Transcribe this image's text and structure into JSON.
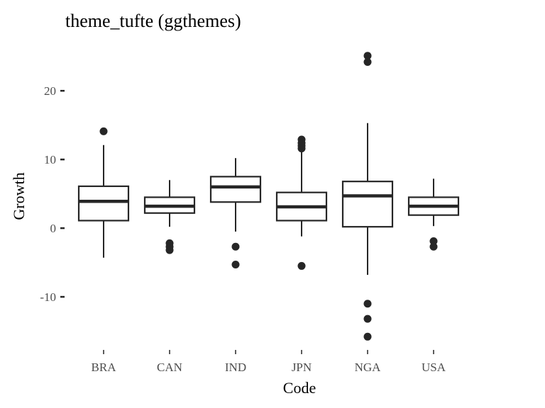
{
  "chart_data": {
    "type": "boxplot",
    "title": "theme_tufte (ggthemes)",
    "xlabel": "Code",
    "ylabel": "Growth",
    "ylim": [
      -16.8,
      26.0
    ],
    "yticks": [
      -10,
      0,
      10,
      20
    ],
    "ytick_labels": [
      "-10",
      "0",
      "10",
      "20"
    ],
    "grid": false,
    "categories": [
      "BRA",
      "CAN",
      "IND",
      "JPN",
      "NGA",
      "USA"
    ],
    "boxes": [
      {
        "category": "BRA",
        "whisker_low": -4.3,
        "q1": 1.1,
        "median": 3.9,
        "q3": 6.1,
        "whisker_high": 12.1,
        "outliers": [
          14.1
        ]
      },
      {
        "category": "CAN",
        "whisker_low": 0.2,
        "q1": 2.2,
        "median": 3.2,
        "q3": 4.5,
        "whisker_high": 7.0,
        "outliers": [
          -2.2,
          -2.7,
          -3.2
        ]
      },
      {
        "category": "IND",
        "whisker_low": -0.5,
        "q1": 3.8,
        "median": 6.0,
        "q3": 7.5,
        "whisker_high": 10.2,
        "outliers": [
          -2.7,
          -5.3
        ]
      },
      {
        "category": "JPN",
        "whisker_low": -1.2,
        "q1": 1.1,
        "median": 3.1,
        "q3": 5.2,
        "whisker_high": 11.3,
        "outliers": [
          11.6,
          12.0,
          12.4,
          12.9,
          -5.5
        ]
      },
      {
        "category": "NGA",
        "whisker_low": -6.8,
        "q1": 0.2,
        "median": 4.7,
        "q3": 6.8,
        "whisker_high": 15.3,
        "outliers": [
          25.1,
          24.2,
          -11.0,
          -13.2,
          -15.8
        ]
      },
      {
        "category": "USA",
        "whisker_low": 0.3,
        "q1": 1.9,
        "median": 3.2,
        "q3": 4.5,
        "whisker_high": 7.2,
        "outliers": [
          -1.9,
          -2.7
        ]
      }
    ]
  }
}
